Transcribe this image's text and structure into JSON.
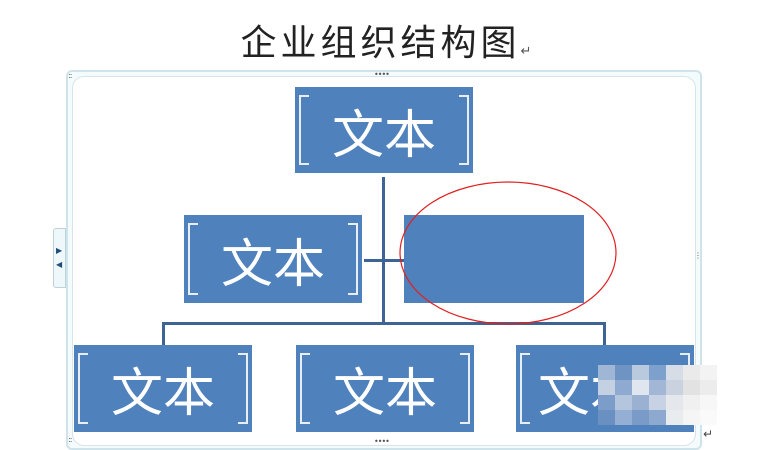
{
  "document": {
    "title": "企业组织结构图",
    "paragraph_mark": "↵"
  },
  "smartart": {
    "node_color": "#4f81bd",
    "connector_color": "#3e6496",
    "nodes": [
      {
        "label": "文本"
      },
      {
        "label": "文本"
      },
      {
        "label": ""
      },
      {
        "label": "文本"
      },
      {
        "label": "文本"
      },
      {
        "label": "文本"
      }
    ],
    "highlight_color": "#e02020"
  }
}
